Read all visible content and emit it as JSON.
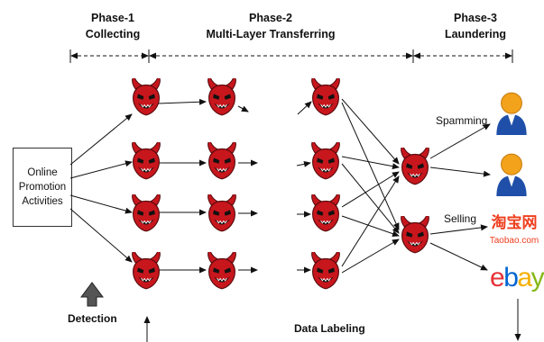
{
  "phases": [
    {
      "name": "Phase-1",
      "subtitle": "Collecting"
    },
    {
      "name": "Phase-2",
      "subtitle": "Multi-Layer Transferring"
    },
    {
      "name": "Phase-3",
      "subtitle": "Laundering"
    }
  ],
  "source": {
    "lines": [
      "Online",
      "Promotion",
      "Activities"
    ]
  },
  "labels": {
    "detection": "Detection",
    "data_labeling": "Data Labeling",
    "spamming": "Spamming",
    "selling": "Selling"
  },
  "platforms": {
    "taobao_cn": "淘宝网",
    "taobao_en": "Taobao.com",
    "ebay": [
      "e",
      "b",
      "a",
      "y"
    ]
  },
  "colors": {
    "devil": "#c8161d",
    "devil_dark": "#5a0c0e",
    "user_head": "#f2a31b",
    "user_body": "#1f4fa8",
    "taobao": "#ee3e1e",
    "ebay": [
      "#e53238",
      "#0064d2",
      "#f5af02",
      "#86b817"
    ],
    "detection_arrow": "#555555"
  }
}
